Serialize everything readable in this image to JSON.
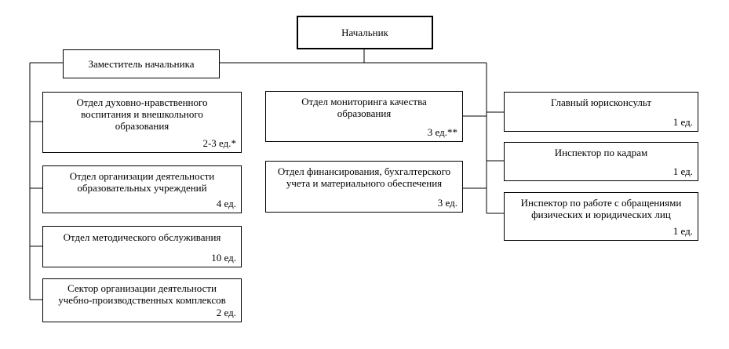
{
  "chief": {
    "title": "Начальник"
  },
  "deputy": {
    "title": "Заместитель начальника"
  },
  "left_units": [
    {
      "name": "Отдел духовно-нравственного\nвоспитания и внешкольного\nобразования",
      "staff": "2-3 ед.*"
    },
    {
      "name": "Отдел организации деятельности\nобразовательных учреждений",
      "staff": "4 ед."
    },
    {
      "name": "Отдел методического обслуживания",
      "staff": "10 ед."
    },
    {
      "name": "Сектор организации деятельности\nучебно-производственных комплексов",
      "staff": "2 ед."
    }
  ],
  "center_units": [
    {
      "name": "Отдел мониторинга качества\nобразования",
      "staff": "3 ед.**"
    },
    {
      "name": "Отдел финансирования, бухгалтерского\nучета и материального обеспечения",
      "staff": "3 ед."
    }
  ],
  "right_units": [
    {
      "name": "Главный юрисконсульт",
      "staff": "1 ед."
    },
    {
      "name": "Инспектор по кадрам",
      "staff": "1 ед."
    },
    {
      "name": "Инспектор по работе с обращениями\nфизических и юридических лиц",
      "staff": "1 ед."
    }
  ]
}
